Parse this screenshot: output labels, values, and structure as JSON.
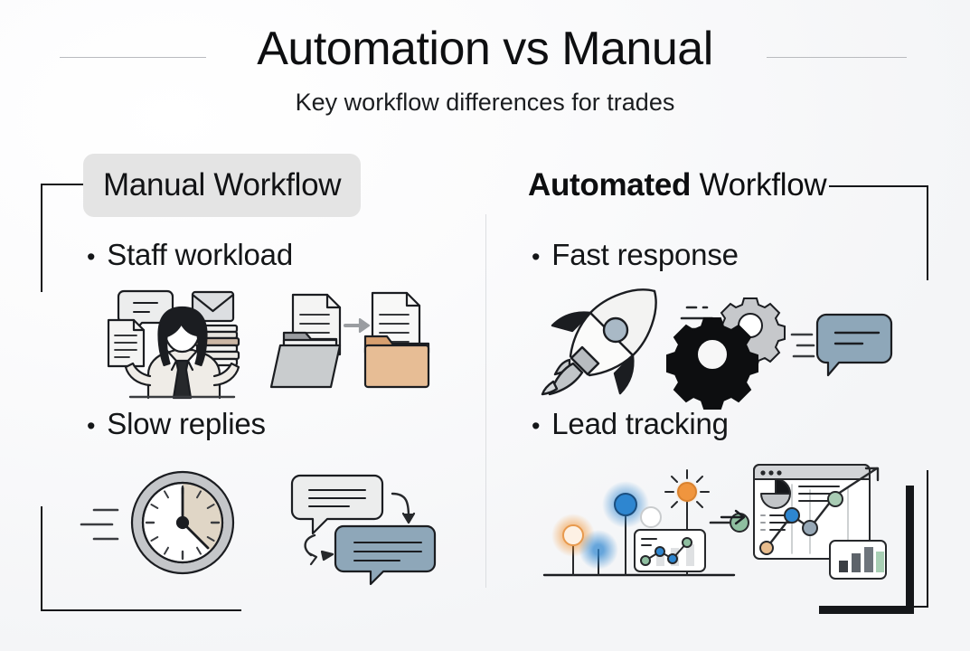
{
  "header": {
    "title": "Automation vs Manual",
    "subtitle": "Key workflow differences for trades",
    "rule_color": "#b9bbbf"
  },
  "columns": {
    "left": {
      "heading": "Manual Workflow",
      "heading_chip_color": "#e4e4e4",
      "bullets": [
        {
          "marker": "•",
          "label": "Staff workload"
        },
        {
          "marker": "•",
          "label": "Slow replies"
        }
      ],
      "illustrations": [
        {
          "name": "overworked-staff-illustration",
          "items": "person, document, paper stack, chat bubble, envelope"
        },
        {
          "name": "manual-file-transfer-illustration",
          "items": "gray folder, document, arrow, tan folder"
        },
        {
          "name": "slow-clock-illustration",
          "items": "clock face, speed lines"
        },
        {
          "name": "delayed-chat-illustration",
          "items": "gray speech bubble, blue speech bubble, curved arrows"
        }
      ]
    },
    "right": {
      "heading_bold": "Automated",
      "heading_regular": "Workflow",
      "bullets": [
        {
          "marker": "•",
          "label": "Fast response"
        },
        {
          "marker": "•",
          "label": "Lead tracking"
        }
      ],
      "illustrations": [
        {
          "name": "rocket-illustration",
          "items": "rocket, flame"
        },
        {
          "name": "gears-illustration",
          "items": "black gear, gray gear, motion lines"
        },
        {
          "name": "instant-reply-illustration",
          "items": "blue speech bubble, speed lines"
        },
        {
          "name": "lead-pipeline-illustration",
          "items": "glowing nodes, mini chart card, connector"
        },
        {
          "name": "analytics-dashboard-illustration",
          "items": "pie chart, growth line chart, bar chart card"
        }
      ]
    }
  },
  "colors": {
    "ink": "#15171a",
    "divider": "#dcdee1",
    "slate_blue": "#8aa2b4",
    "tan": "#e3b98e",
    "gear_gray": "#c6c8cb",
    "accent_orange": "#f0953e",
    "accent_blue": "#2e86d0",
    "accent_green": "#8fbfa0"
  }
}
